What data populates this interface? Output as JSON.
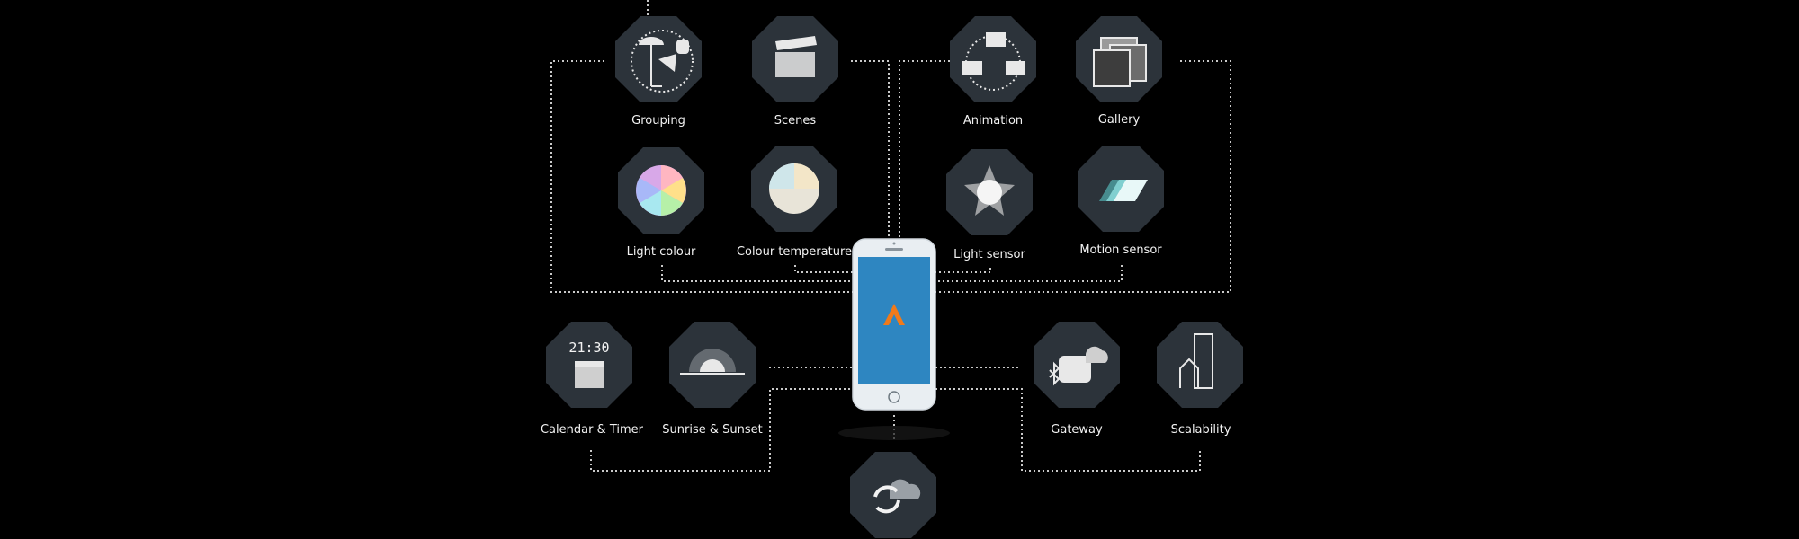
{
  "features": [
    {
      "id": "grouping",
      "label": "Grouping",
      "icon": "lamp-group-icon"
    },
    {
      "id": "scenes",
      "label": "Scenes",
      "icon": "clapperboard-icon"
    },
    {
      "id": "animation",
      "label": "Animation",
      "icon": "multi-clapperboard-icon"
    },
    {
      "id": "gallery",
      "label": "Gallery",
      "icon": "photo-stack-icon"
    },
    {
      "id": "light-colour",
      "label": "Light colour",
      "icon": "color-wheel-icon"
    },
    {
      "id": "colour-temperature",
      "label": "Colour temperature",
      "icon": "temperature-wheel-icon"
    },
    {
      "id": "light-sensor",
      "label": "Light sensor",
      "icon": "light-burst-icon"
    },
    {
      "id": "motion-sensor",
      "label": "Motion sensor",
      "icon": "motion-trail-icon"
    },
    {
      "id": "calendar-timer",
      "label": "Calendar & Timer",
      "icon": "calendar-clock-icon",
      "clock_text": "21:30"
    },
    {
      "id": "sunrise-sunset",
      "label": "Sunrise & Sunset",
      "icon": "sunrise-icon"
    },
    {
      "id": "gateway",
      "label": "Gateway",
      "icon": "bluetooth-gateway-icon"
    },
    {
      "id": "scalability",
      "label": "Scalability",
      "icon": "buildings-icon"
    },
    {
      "id": "cloud-sync",
      "label": "",
      "icon": "cloud-sync-icon"
    }
  ],
  "phone": {
    "app_logo": "A",
    "screen_color": "#2e86c1",
    "logo_color": "#f07a1a"
  },
  "colors": {
    "background": "#000000",
    "node": "#2c333a",
    "line": "#c9c9c9",
    "text": "#f2f2f2"
  }
}
